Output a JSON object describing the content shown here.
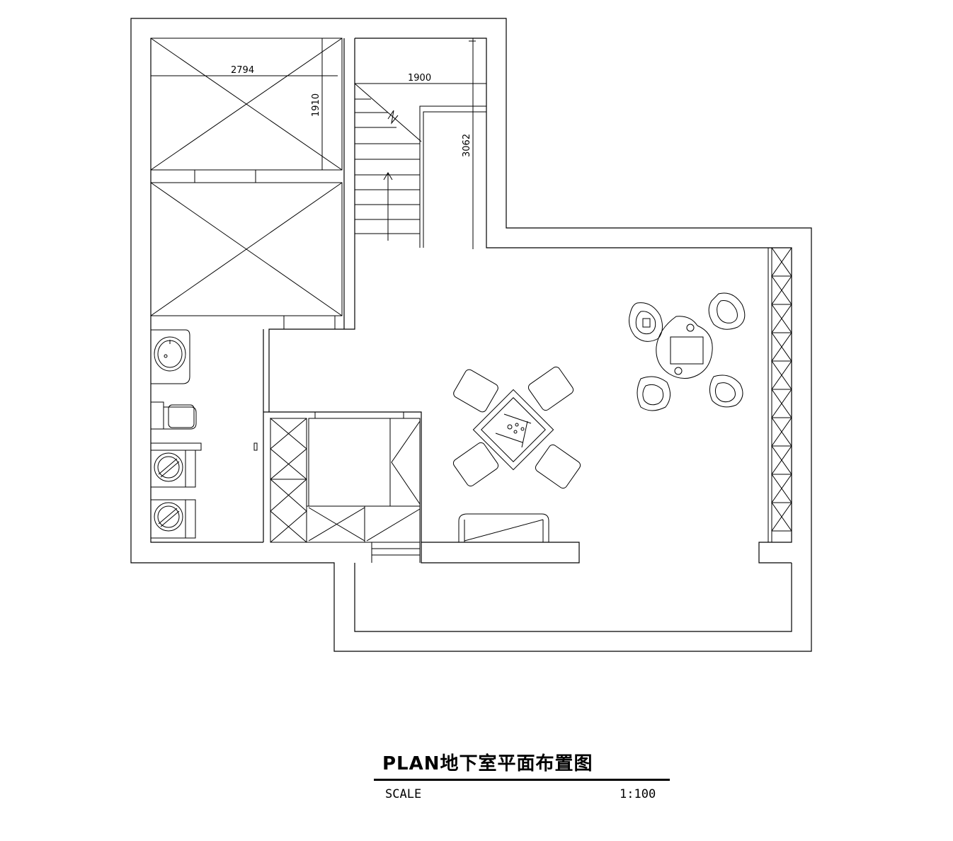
{
  "drawing": {
    "title": "PLAN地下室平面布置图",
    "scale_label": "SCALE",
    "scale_value": "1:100"
  },
  "dimensions": {
    "room1_width": "2794",
    "room1_depth": "1910",
    "stair_width": "1900",
    "stair_length": "3062"
  }
}
